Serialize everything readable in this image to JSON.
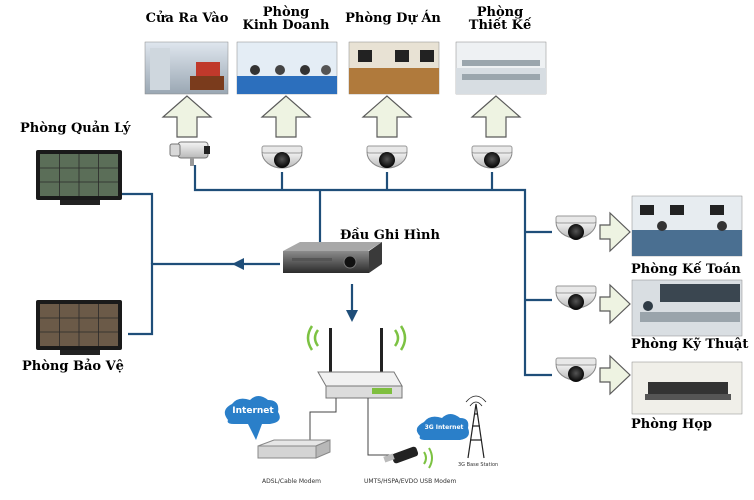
{
  "rooms": {
    "entrance": "Cửa Ra Vào",
    "business_line1": "Phòng",
    "business_line2": "Kinh Doanh",
    "project": "Phòng Dự Án",
    "design_line1": "Phòng",
    "design_line2": "Thiết Kế",
    "management": "Phòng Quản Lý",
    "security": "Phòng Bảo Vệ",
    "accounting": "Phòng Kế Toán",
    "technical": "Phòng Kỹ Thuật",
    "meeting": "Phòng Họp"
  },
  "devices": {
    "recorder": "Đầu Ghi Hình",
    "internet_cloud": "Internet",
    "internet_3g": "3G Internet",
    "modem_caption": "ADSL/Cable Modem",
    "usb_modem_caption": "UMTS/HSPA/EVDO USB Modem",
    "base_station_caption": "3G Base Station"
  },
  "colors": {
    "line": "#1f4e79",
    "arrow_fill": "#eef3e2",
    "arrow_stroke": "#5a5a5a"
  }
}
